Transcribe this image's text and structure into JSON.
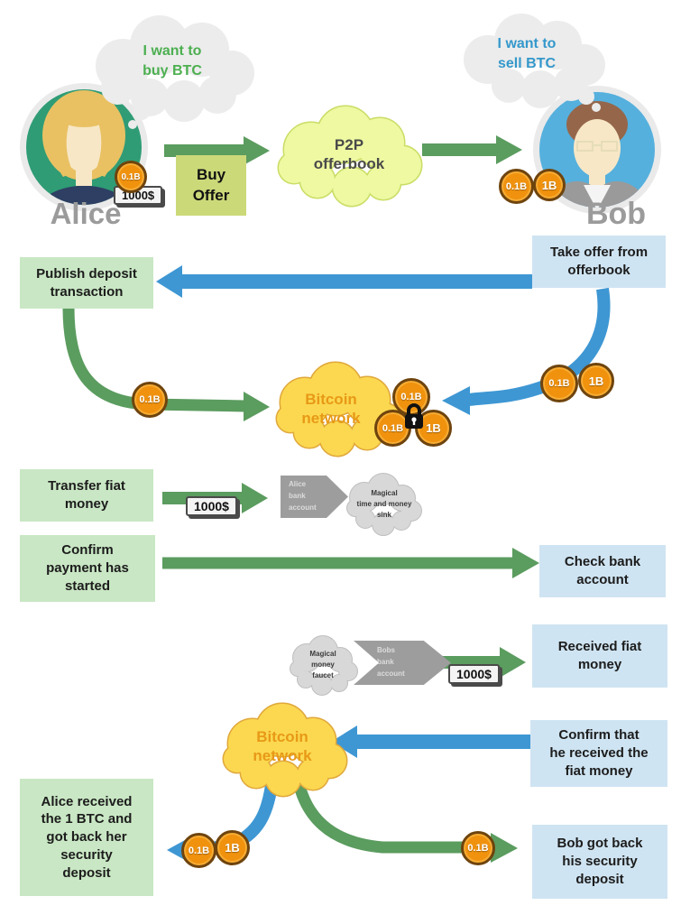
{
  "colors": {
    "green-arrow": "#5b9c5f",
    "blue-arrow": "#3e97d3",
    "green-box": "#c9e7c4",
    "blue-box": "#cfe4f2",
    "buy-offer": "#ccd979",
    "p2p-cloud": "#eef9a2",
    "p2p-cloud-stroke": "#cbdd66",
    "btc-cloud": "#fbd850",
    "btc-cloud-stroke": "#e0a83c",
    "btc-text": "#e89916",
    "gray-cloud": "#d8d8d8",
    "gray-cloud-stroke": "#bfbfbf",
    "gray-shape": "#9d9d9d",
    "coin": "#f0920e",
    "coin-border": "#6e440e",
    "thought-bubble": "#ececec",
    "alice-accent": "#4caf50",
    "bob-accent": "#3498cb",
    "name-gray": "#9b9b9b"
  },
  "actors": {
    "alice": {
      "name": "Alice",
      "thought": "I want to\nbuy BTC"
    },
    "bob": {
      "name": "Bob",
      "thought": "I want to\nsell BTC"
    }
  },
  "nodes": {
    "buy_offer": "Buy\nOffer",
    "p2p_offerbook": "P2P\nofferbook",
    "take_offer": "Take offer from\nofferbook",
    "publish_deposit": "Publish deposit\ntransaction",
    "bitcoin_network": "Bitcoin\nnetwork",
    "transfer_fiat": "Transfer fiat\nmoney",
    "alice_bank": "Alice\nbank\naccount",
    "magical_sink": "Magical\ntime and money\nsink",
    "confirm_payment": "Confirm\npayment has\nstarted",
    "check_bank": "Check bank\naccount",
    "magical_faucet": "Magical\nmoney\nfaucet",
    "bobs_bank": "Bobs\nbank\naccount",
    "received_fiat": "Received fiat\nmoney",
    "confirm_received": "Confirm that\nhe received the\nfiat money",
    "alice_received": "Alice received\nthe 1 BTC and\ngot back her\nsecurity\ndeposit",
    "bob_got_back": "Bob got back\nhis security\ndeposit"
  },
  "tokens": {
    "btc_small": "0.1B",
    "btc_large": "1B",
    "fiat": "1000$"
  }
}
